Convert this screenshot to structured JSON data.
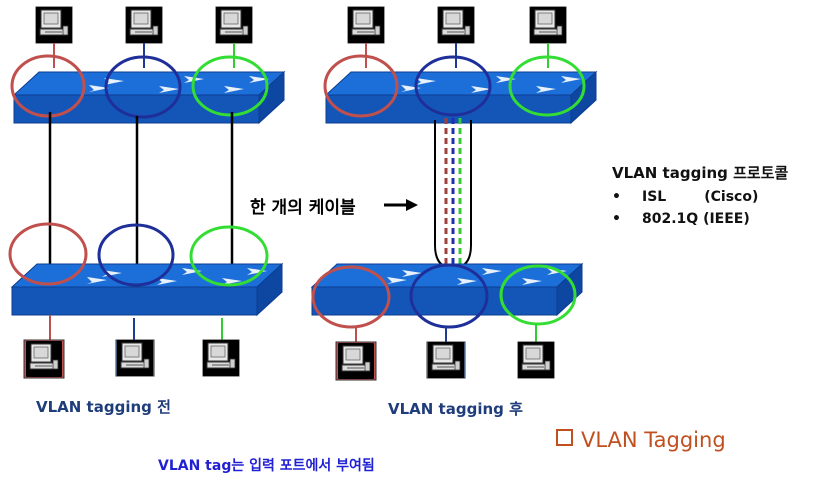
{
  "captions": {
    "before": "VLAN tagging 전",
    "after": "VLAN tagging 후",
    "note": "VLAN tag는 입력 포트에서 부여됨",
    "single_cable": "한 개의 케이블"
  },
  "title": "VLAN Tagging",
  "protocol_box": {
    "heading": "VLAN tagging 프로토콜",
    "items": [
      {
        "name": "ISL",
        "org": "(Cisco)"
      },
      {
        "name": "802.1Q",
        "org": "(IEEE)"
      }
    ]
  },
  "colors": {
    "vlan_red": "#c0504d",
    "vlan_blue": "#1f3a93",
    "vlan_green": "#33cc33",
    "switch_top": "#1c6fd9",
    "switch_side": "#0d47a1",
    "title": "#c0501f",
    "note_text": "#1f1fd4"
  },
  "icons": [
    "pc-icon",
    "switch-icon",
    "arrow-right-icon",
    "square-bullet-icon"
  ]
}
